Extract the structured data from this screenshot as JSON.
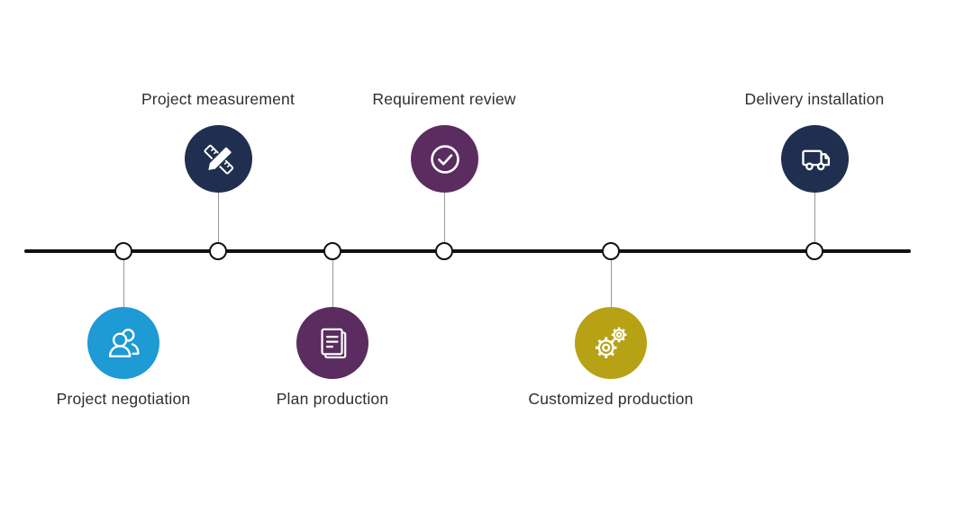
{
  "diagram": {
    "type": "timeline",
    "background_color": "#ffffff",
    "timeline_color": "#111111",
    "connector_color": "#999999",
    "label_color": "#2e2e2e",
    "node_fill": "#ffffff",
    "milestones": [
      {
        "label": "Project negotiation",
        "icon": "people-icon",
        "color": "#1e9ad5",
        "side": "below"
      },
      {
        "label": "Project measurement",
        "icon": "ruler-pencil-icon",
        "color": "#202f4f",
        "side": "above"
      },
      {
        "label": "Plan production",
        "icon": "document-icon",
        "color": "#5b2c5f",
        "side": "below"
      },
      {
        "label": "Requirement review",
        "icon": "check-circle-icon",
        "color": "#5b2c5f",
        "side": "above"
      },
      {
        "label": "Customized production",
        "icon": "gears-icon",
        "color": "#b7a115",
        "side": "below"
      },
      {
        "label": "Delivery installation",
        "icon": "truck-icon",
        "color": "#202f4f",
        "side": "above"
      }
    ]
  }
}
